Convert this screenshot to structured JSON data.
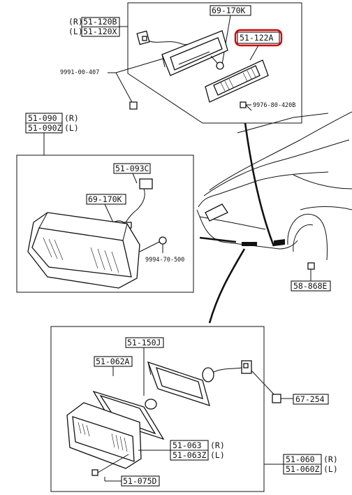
{
  "diagram": {
    "top_assembly": {
      "side_r": "(R)",
      "side_l": "(L)",
      "part_r": "51-120B",
      "part_l": "51-120X",
      "bulb": "69-170K",
      "lens": "51-122A",
      "clip": "9991-00-407",
      "screw": "9976-80-420B"
    },
    "middle_assembly": {
      "lamp_r": "51-090",
      "lamp_l": "51-090Z",
      "side_r": "(R)",
      "side_l": "(L)",
      "socket": "51-093C",
      "bulb": "69-170K",
      "nut": "9994-70-500"
    },
    "car_callouts": {
      "grommet": "58-868E"
    },
    "bottom_assembly": {
      "bulb_housing": "51-150J",
      "gasket": "51-062A",
      "clip": "67-254",
      "lens_r": "51-063",
      "lens_l": "51-063Z",
      "side_r": "(R)",
      "side_l": "(L)",
      "screw": "51-075D",
      "assy_r": "51-060",
      "assy_l": "51-060Z"
    },
    "highlight_color": "#d40000"
  }
}
